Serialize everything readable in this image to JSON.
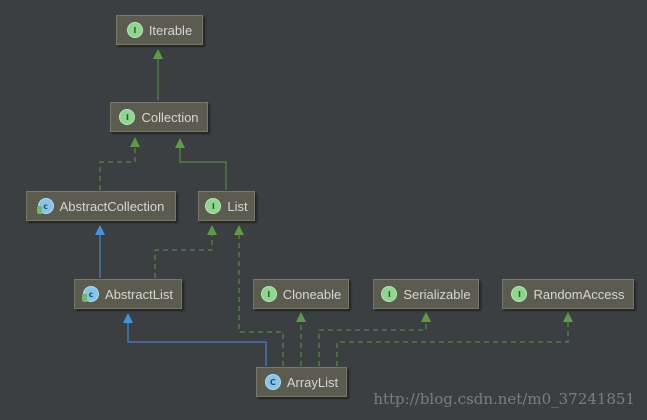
{
  "diagram": {
    "nodes": {
      "iterable": {
        "label": "Iterable",
        "kind": "interface",
        "badge": "I"
      },
      "collection": {
        "label": "Collection",
        "kind": "interface",
        "badge": "I"
      },
      "abstract_collection": {
        "label": "AbstractCollection",
        "kind": "abstract",
        "badge": "c"
      },
      "list": {
        "label": "List",
        "kind": "interface",
        "badge": "I"
      },
      "abstract_list": {
        "label": "AbstractList",
        "kind": "abstract",
        "badge": "c"
      },
      "cloneable": {
        "label": "Cloneable",
        "kind": "interface",
        "badge": "I"
      },
      "serializable": {
        "label": "Serializable",
        "kind": "interface",
        "badge": "I"
      },
      "random_access": {
        "label": "RandomAccess",
        "kind": "interface",
        "badge": "I"
      },
      "array_list": {
        "label": "ArrayList",
        "kind": "class",
        "badge": "C"
      }
    },
    "relations": [
      {
        "from": "collection",
        "to": "iterable",
        "type": "extends-interface"
      },
      {
        "from": "list",
        "to": "collection",
        "type": "extends-interface"
      },
      {
        "from": "abstract_collection",
        "to": "collection",
        "type": "implements"
      },
      {
        "from": "abstract_list",
        "to": "abstract_collection",
        "type": "extends-class"
      },
      {
        "from": "abstract_list",
        "to": "list",
        "type": "implements"
      },
      {
        "from": "array_list",
        "to": "abstract_list",
        "type": "extends-class"
      },
      {
        "from": "array_list",
        "to": "list",
        "type": "implements"
      },
      {
        "from": "array_list",
        "to": "cloneable",
        "type": "implements"
      },
      {
        "from": "array_list",
        "to": "serializable",
        "type": "implements"
      },
      {
        "from": "array_list",
        "to": "random_access",
        "type": "implements"
      }
    ]
  },
  "colors": {
    "background": "#3c3f41",
    "node_fill": "#5b5b4f",
    "interface_edge": "#5f9a48",
    "class_edge": "#4a90e2"
  },
  "watermark": "http://blog.csdn.net/m0_37241851"
}
